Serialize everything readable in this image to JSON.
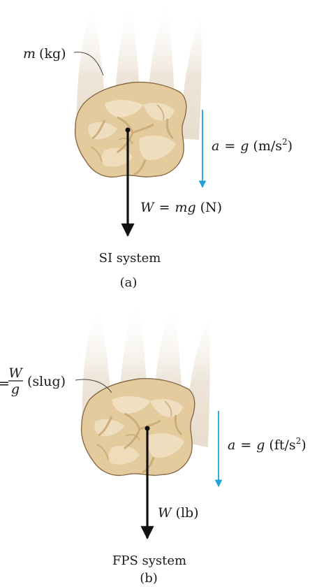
{
  "panel_a": {
    "mass_var": "m",
    "mass_unit": "(kg)",
    "weight_lhs": "W",
    "weight_eq": "=",
    "weight_rhs": "mg",
    "weight_unit": "(N)",
    "accel_var": "a",
    "accel_eq": "=",
    "accel_g": "g",
    "accel_unit_base": "(m/s",
    "accel_unit_exp": "2",
    "accel_unit_close": ")",
    "system": "SI system",
    "caption": "(a)"
  },
  "panel_b": {
    "mass_prefix": "=",
    "mass_num": "W",
    "mass_den": "g",
    "mass_unit": "(slug)",
    "weight_lhs": "W",
    "weight_unit": "(lb)",
    "accel_var": "a",
    "accel_eq": "=",
    "accel_g": "g",
    "accel_unit_base": "(ft/s",
    "accel_unit_exp": "2",
    "accel_unit_close": ")",
    "system": "FPS system",
    "caption": "(b)"
  },
  "colors": {
    "rock_base": "#e3cb9e",
    "rock_dark": "#cba874",
    "rock_light": "#f1e2c4",
    "rock_outline": "#8a6a44",
    "accel_arrow": "#1ea0dc",
    "weight_arrow": "#111111",
    "motion_blur": "#e7dccb"
  }
}
